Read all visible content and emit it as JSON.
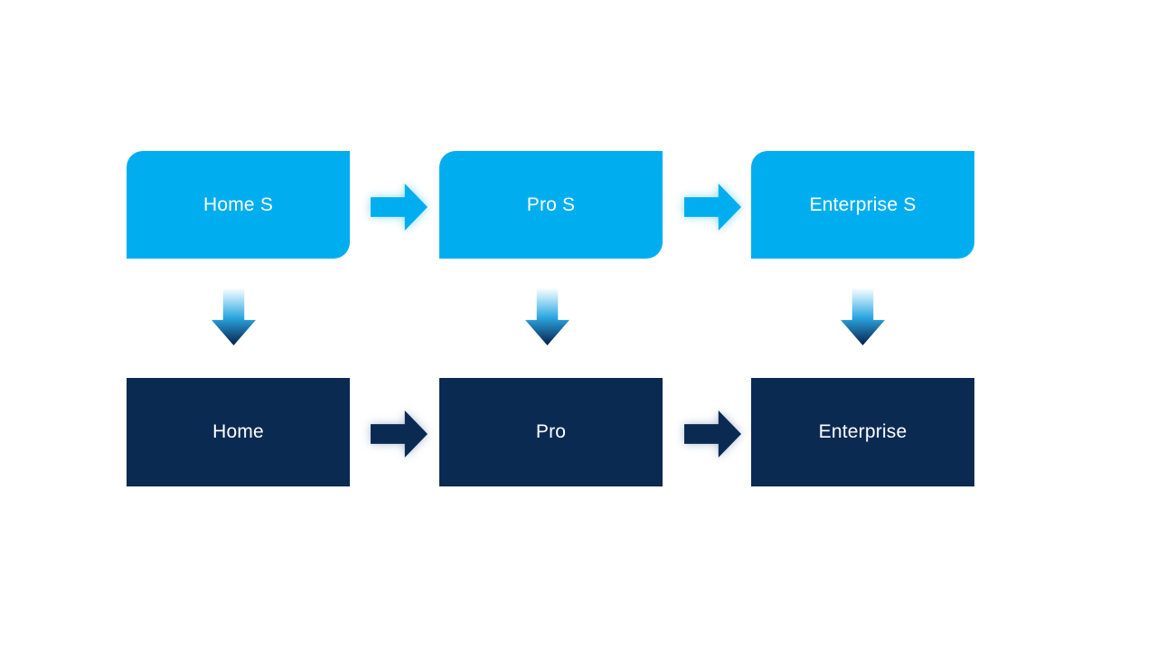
{
  "diagram": {
    "type": "process-upgrade-flow",
    "top_row": [
      {
        "label": "Home S"
      },
      {
        "label": "Pro S"
      },
      {
        "label": "Enterprise S"
      }
    ],
    "bottom_row": [
      {
        "label": "Home"
      },
      {
        "label": "Pro"
      },
      {
        "label": "Enterprise"
      }
    ],
    "edges": [
      {
        "from": "Home S",
        "to": "Pro S",
        "connector": "right-arrow"
      },
      {
        "from": "Pro S",
        "to": "Enterprise S",
        "connector": "right-arrow"
      },
      {
        "from": "Home",
        "to": "Pro",
        "connector": "right-arrow"
      },
      {
        "from": "Pro",
        "to": "Enterprise",
        "connector": "right-arrow"
      },
      {
        "from": "Home S",
        "to": "Home",
        "connector": "down-arrow"
      },
      {
        "from": "Pro S",
        "to": "Pro",
        "connector": "down-arrow"
      },
      {
        "from": "Enterprise S",
        "to": "Enterprise",
        "connector": "down-arrow"
      }
    ]
  },
  "colors": {
    "background": "#ffffff",
    "accent-light": "#00aeef",
    "accent-dark": "#0b2a52",
    "label-text": "#ffffff",
    "glow-light": "#8fd9f7",
    "glow-dark": "#aebdd2",
    "down-grad-top": "#ffffff",
    "down-grad-light": "#bfe7f9",
    "down-grad-mid": "#2ba6e0",
    "down-grad-bottom": "#0a2a55"
  }
}
